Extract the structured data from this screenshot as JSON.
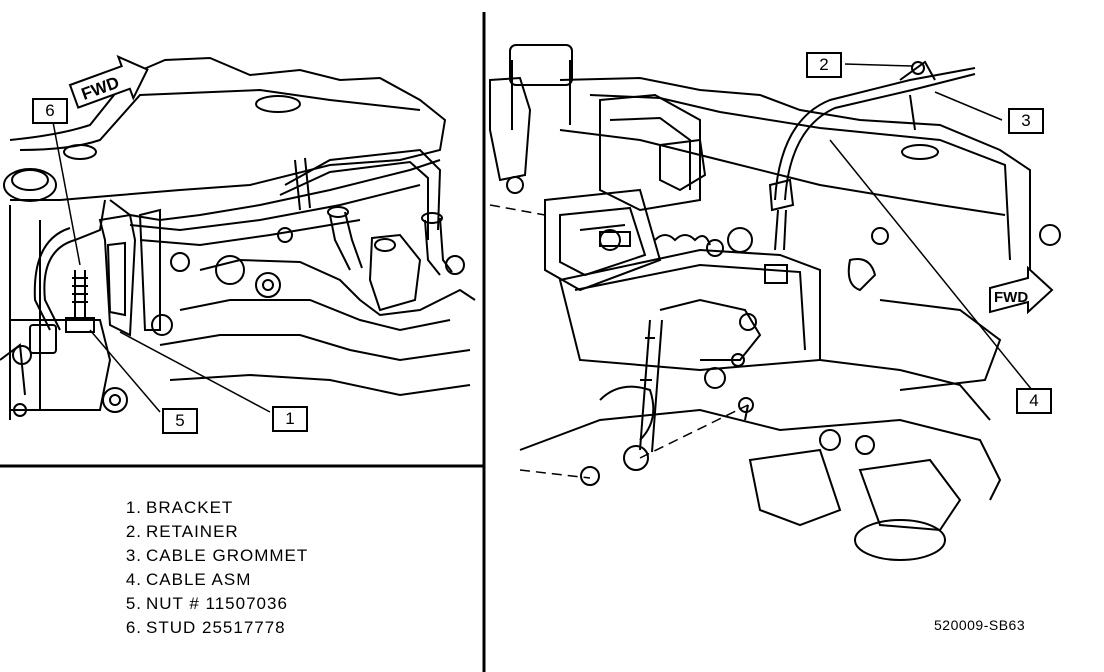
{
  "fwd_label": "FWD",
  "callouts": [
    "1",
    "2",
    "3",
    "4",
    "5",
    "6"
  ],
  "legend": [
    {
      "num": "1.",
      "text": "BRACKET"
    },
    {
      "num": "2.",
      "text": "RETAINER"
    },
    {
      "num": "3.",
      "text": "CABLE GROMMET"
    },
    {
      "num": "4.",
      "text": "CABLE ASM"
    },
    {
      "num": "5.",
      "text": "NUT # 11507036"
    },
    {
      "num": "6.",
      "text": "STUD 25517778"
    }
  ],
  "figure_code": "520009-SB63"
}
